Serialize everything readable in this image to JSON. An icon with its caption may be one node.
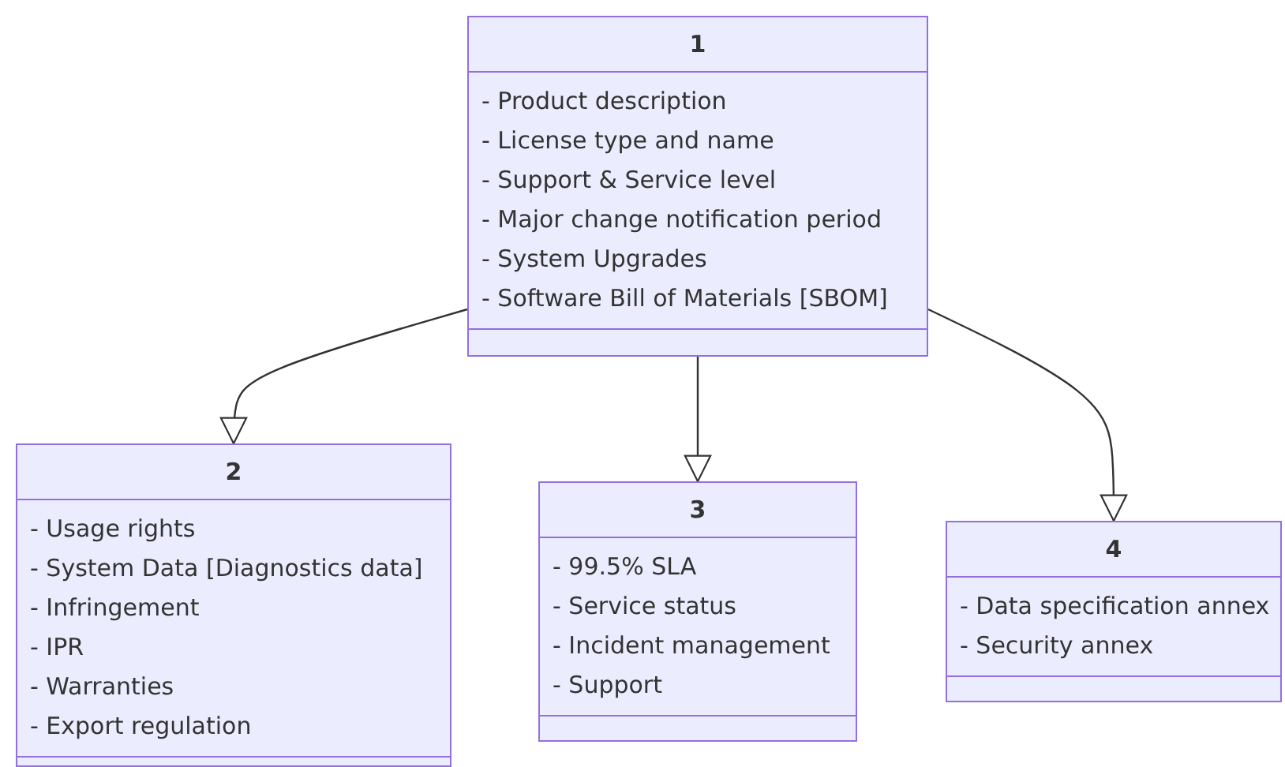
{
  "diagram": {
    "nodes": [
      {
        "text": [
          "1",
          "- Product description",
          "- License type and name",
          "- Support & Service level",
          "- Major change notification period",
          "- System Upgrades",
          "- Software Bill of Materials [SBOM]"
        ]
      },
      {
        "text": [
          "2",
          "- Usage rights",
          "- System Data [Diagnostics data]",
          "- Infringement",
          "- IPR",
          "- Warranties",
          "- Export regulation"
        ]
      },
      {
        "text": [
          "3",
          "- 99.5% SLA",
          "- Service status",
          "- Incident management",
          "- Support"
        ]
      },
      {
        "text": [
          "4",
          "- Data specification annex",
          "- Security annex"
        ]
      }
    ],
    "edges": [
      {
        "from": 0,
        "to": 1,
        "arrow": "to"
      },
      {
        "from": 0,
        "to": 2,
        "arrow": "to"
      },
      {
        "from": 0,
        "to": 3,
        "arrow": "to"
      }
    ]
  }
}
